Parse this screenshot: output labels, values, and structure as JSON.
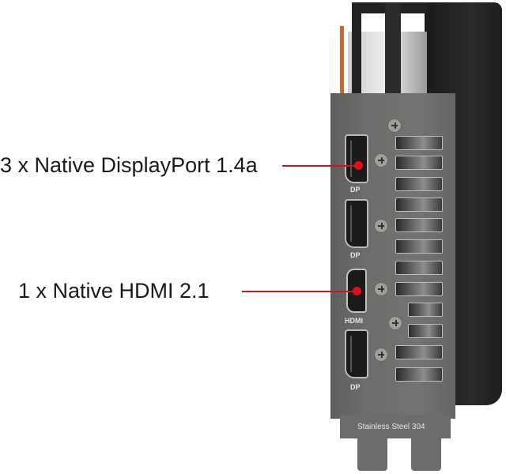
{
  "callouts": [
    {
      "label": "3 x Native DisplayPort 1.4a",
      "target": "displayport-port-1"
    },
    {
      "label": "1 x Native HDMI 2.1",
      "target": "hdmi-port"
    }
  ],
  "io_bracket": {
    "ports": [
      {
        "type": "DisplayPort",
        "marking": "DP"
      },
      {
        "type": "DisplayPort",
        "marking": "DP"
      },
      {
        "type": "HDMI",
        "marking": "HDMI"
      },
      {
        "type": "DisplayPort",
        "marking": "DP"
      }
    ],
    "material_text": "Stainless Steel 304"
  },
  "colors": {
    "leader_line": "#d6111b",
    "bracket": "#6e6d6b",
    "shroud": "#1e1e20"
  }
}
